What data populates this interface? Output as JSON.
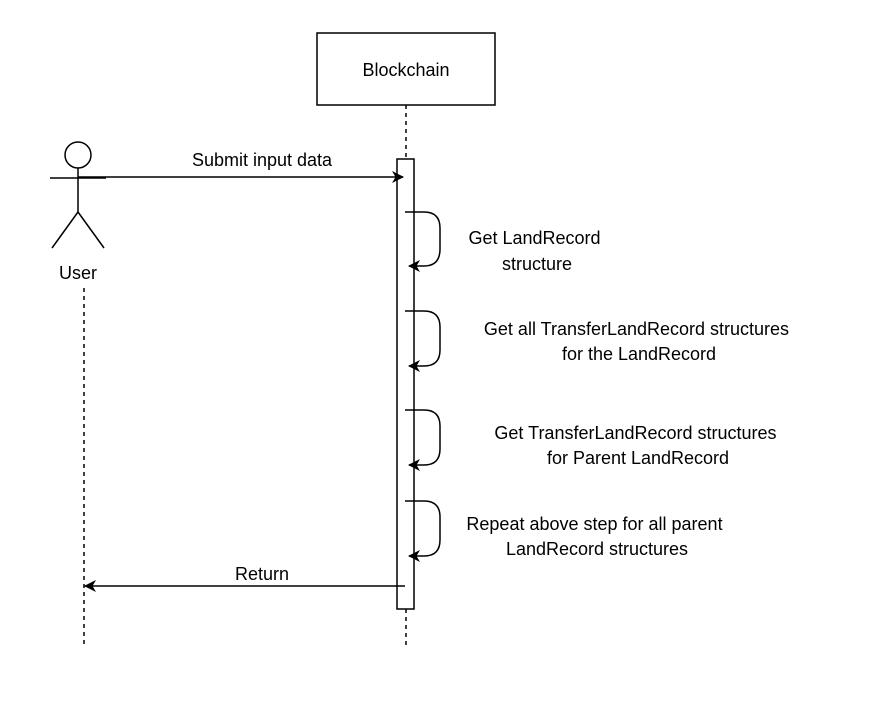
{
  "participants": {
    "actor": {
      "label": "User"
    },
    "system": {
      "label": "Blockchain"
    }
  },
  "messages": {
    "submit": {
      "label": "Submit input data"
    },
    "return": {
      "label": "Return"
    }
  },
  "self_calls": [
    {
      "line1": "Get LandRecord",
      "line2": "structure"
    },
    {
      "line1": "Get all TransferLandRecord structures",
      "line2": "for the LandRecord"
    },
    {
      "line1": "Get TransferLandRecord structures",
      "line2": "for Parent LandRecord"
    },
    {
      "line1": "Repeat above step for all parent",
      "line2": "LandRecord structures"
    }
  ],
  "colors": {
    "line": "#000000",
    "background": "#ffffff"
  }
}
